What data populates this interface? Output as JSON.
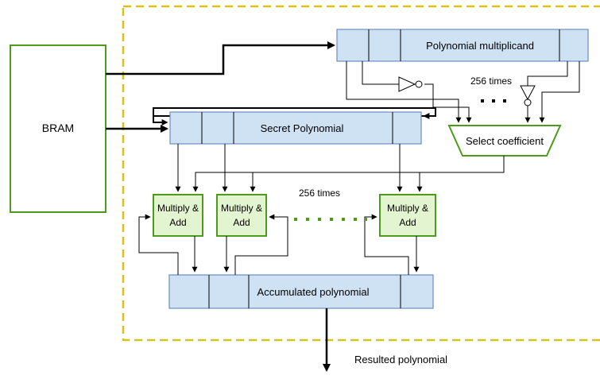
{
  "bram": {
    "label": "BRAM"
  },
  "multiplicand": {
    "label": "Polynomial multiplicand"
  },
  "secret": {
    "label": "Secret Polynomial"
  },
  "select": {
    "label": "Select coefficient"
  },
  "mac_units": [
    {
      "line1": "Multiply &",
      "line2": "Add"
    },
    {
      "line1": "Multiply &",
      "line2": "Add"
    },
    {
      "line1": "Multiply &",
      "line2": "Add"
    }
  ],
  "accumulated": {
    "label": "Accumulated polynomial"
  },
  "annotations": {
    "repeat_top": "256 times",
    "repeat_mid": "256 times"
  },
  "output": {
    "label": "Resulted polynomial"
  },
  "colors": {
    "register_fill": "#cfe2f3",
    "register_stroke": "#6c8ebf",
    "green_stroke": "#4d9a1c",
    "mac_fill": "#e3f5d0",
    "boundary": "#d6c21a"
  }
}
